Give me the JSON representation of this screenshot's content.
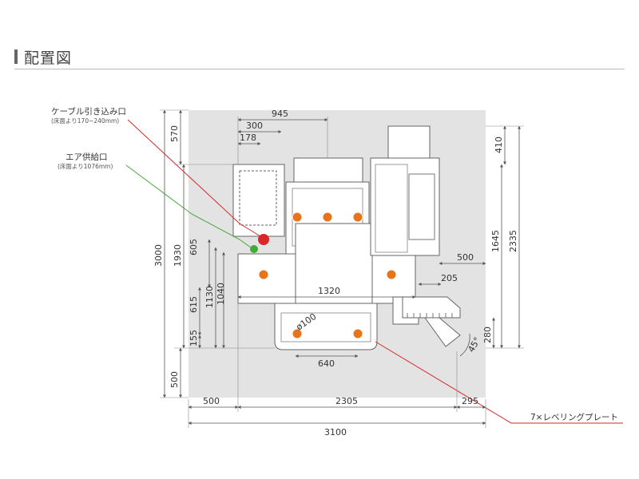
{
  "section": {
    "title": "配置図"
  },
  "callouts": {
    "cable": {
      "title": "ケーブル引き込み口",
      "sub": "(床面より170~240mm)"
    },
    "air": {
      "title": "エア供給口",
      "sub": "(床面より1076mm)"
    },
    "leveling": {
      "title": "7×レベリングプレート"
    }
  },
  "dimensions": {
    "d945": "945",
    "d300": "300",
    "d178": "178",
    "d570": "570",
    "d3000": "3000",
    "d1930": "1930",
    "d605": "605",
    "d615": "615",
    "d1130": "1130",
    "d1040": "1040",
    "d155": "155",
    "d500l": "500",
    "d410": "410",
    "d1645": "1645",
    "d2335": "2335",
    "d500r": "500",
    "d205": "205",
    "d1320": "1320",
    "d100": "ø100",
    "d280": "280",
    "d45": "45°",
    "d640": "640",
    "b500": "500",
    "b2305": "2305",
    "b295": "295",
    "b3100": "3100"
  },
  "colors": {
    "floor": "#e3e3e3",
    "line": "#555555",
    "accent": "#e8731a",
    "cable": "#d8262a",
    "air": "#44a83a"
  }
}
